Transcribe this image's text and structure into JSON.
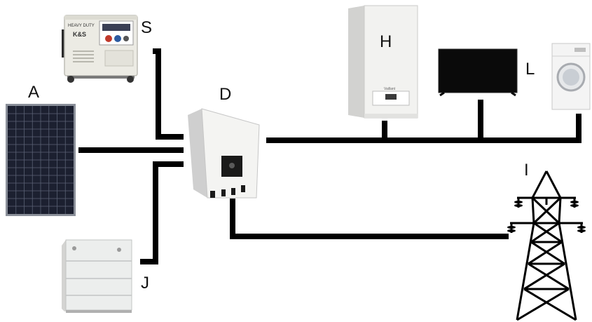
{
  "diagram": {
    "labels": {
      "generator": "S",
      "solar_panel": "A",
      "inverter": "D",
      "battery": "J",
      "boiler": "H",
      "appliances": "L",
      "grid_pylon": "I"
    },
    "device_text": {
      "generator_brand_line1": "HEAVY DUTY",
      "generator_logo": "K&S",
      "boiler_brand": "Vaillant"
    },
    "colors": {
      "wire": "#000000",
      "device_body": "#f2f2f0",
      "device_shadow": "#cfcfcf",
      "panel_cell": "#1c2030",
      "panel_frame": "#8a8f99",
      "screen": "#0a0a0a"
    }
  }
}
